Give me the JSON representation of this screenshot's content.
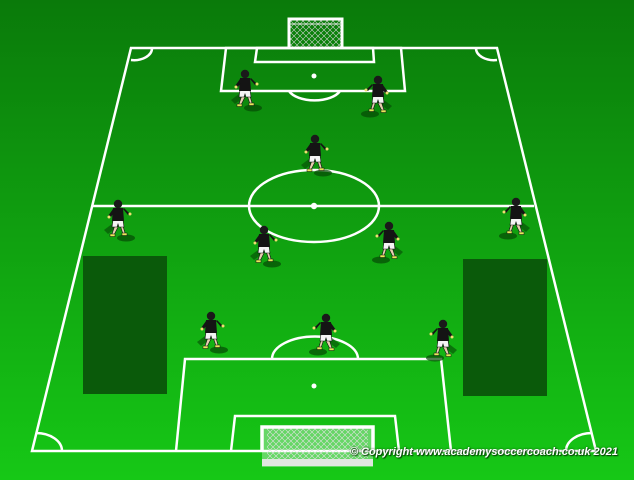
{
  "copyright": "© Copyright www.academysoccercoach.co.uk 2021",
  "colors": {
    "grass_top": "#0a7a0a",
    "grass_bottom": "#14c814",
    "zone": "#0a5a0a",
    "lines": "#ffffff",
    "shirt": "#141414",
    "shorts": "#f4f4f4",
    "boots": "#e8e85a"
  },
  "players": [
    {
      "id": "gk-left-cb",
      "facing": "left"
    },
    {
      "id": "gk-right-cb",
      "facing": "right"
    },
    {
      "id": "top-cm",
      "facing": "left"
    },
    {
      "id": "left-wide",
      "facing": "left"
    },
    {
      "id": "right-wide",
      "facing": "right"
    },
    {
      "id": "center-left-mid",
      "facing": "left"
    },
    {
      "id": "center-right-mid",
      "facing": "right"
    },
    {
      "id": "bottom-left",
      "facing": "left"
    },
    {
      "id": "bottom-center",
      "facing": "right"
    },
    {
      "id": "bottom-right",
      "facing": "right"
    }
  ]
}
